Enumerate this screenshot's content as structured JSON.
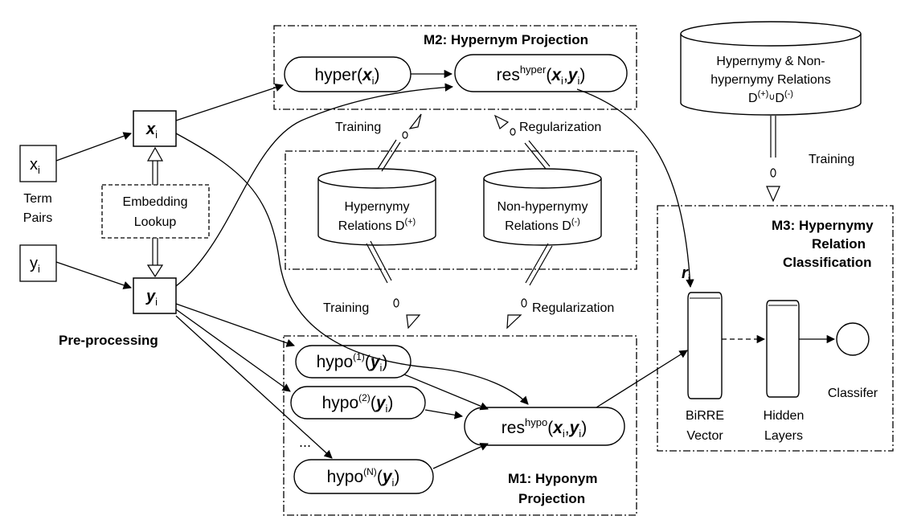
{
  "input": {
    "x_main": "x",
    "x_sub": "i",
    "y_main": "y",
    "y_sub": "i",
    "term_pairs_line1": "Term",
    "term_pairs_line2": "Pairs",
    "embedding_line1": "Embedding",
    "embedding_line2": "Lookup",
    "preprocessing": "Pre-processing"
  },
  "m2": {
    "title": "M2: Hypernym Projection",
    "hyper_text": "hyper(",
    "hyper_var": "x",
    "hyper_sub": "i",
    "hyper_close": ")",
    "res_text": "res",
    "res_sup": "hyper",
    "res_open": "(",
    "res_x": "x",
    "res_sub1": "i",
    "res_comma": ",",
    "res_y": "y",
    "res_sub2": "i",
    "res_close": ")"
  },
  "db_center": {
    "hypernymy_line1": "Hypernymy",
    "hypernymy_line2": "Relations D",
    "hypernymy_sup": "(+)",
    "non_line1": "Non-hypernymy",
    "non_line2": "Relations D",
    "non_sup": "(-)"
  },
  "labels": {
    "training_top": "Training",
    "regularization_top": "Regularization",
    "training_bottom": "Training",
    "regularization_bottom": "Regularization",
    "training_right": "Training"
  },
  "db_right": {
    "line1": "Hypernymy & Non-",
    "line2": "hypernymy Relations",
    "d1": "D",
    "sup1": "(+)",
    "union": "∪",
    "d2": "D",
    "sup2": "(-)"
  },
  "m1": {
    "title_line1": "M1: Hyponym",
    "title_line2": "Projection",
    "hypo": "hypo",
    "sup1": "(1)",
    "sup2": "(2)",
    "supN": "(N)",
    "open": "(",
    "var": "y",
    "sub": "i",
    "close": ")",
    "ellipsis": "...",
    "res_text": "res",
    "res_sup": "hypo",
    "res_open": "(",
    "res_x": "x",
    "res_sub1": "i",
    "res_comma": ",",
    "res_y": "y",
    "res_sub2": "i",
    "res_close": ")"
  },
  "m3": {
    "title_line1": "M3: Hypernymy",
    "title_line2": "Relation",
    "title_line3": "Classification",
    "r_main": "r",
    "r_sub": "i",
    "birre_line1": "BiRRE",
    "birre_line2": "Vector",
    "hidden_line1": "Hidden",
    "hidden_line2": "Layers",
    "classifier": "Classifer"
  }
}
